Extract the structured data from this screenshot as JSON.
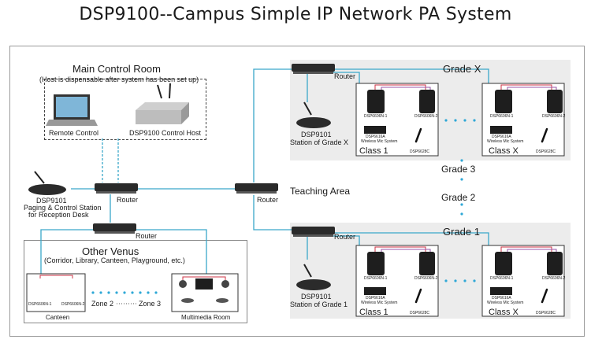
{
  "title": "DSP9100--Campus Simple IP Network PA System",
  "main_control_room": {
    "heading": "Main Control Room",
    "note": "(Host is dispensable after system has been set up)",
    "remote_label": "Remote Control",
    "host_label": "DSP9100 Control Host"
  },
  "reception": {
    "model": "DSP9101",
    "line1": "Paging & Control Station",
    "line2": "for Reception Desk"
  },
  "router_label": "Router",
  "teaching_area": "Teaching Area",
  "other_venus": {
    "heading": "Other Venus",
    "sub": "(Corridor, Library, Canteen, Playground, etc.)",
    "canteen": "Canteen",
    "canteen_spk1": "DSP6606N-1",
    "canteen_spk2": "DSP6606N-2",
    "zone2": "Zone 2",
    "zone3": "Zone 3",
    "multimedia": "Multimedia Room"
  },
  "grade_x": {
    "heading": "Grade X",
    "station_model": "DSP9101",
    "station_label": "Station of Grade X",
    "class1": "Class 1",
    "classx": "Class X"
  },
  "grade_3": "Grade 3",
  "grade_2": "Grade 2",
  "grade_1": {
    "heading": "Grade 1",
    "station_model": "DSP9101",
    "station_label": "Station of Grade 1",
    "class1": "Class 1",
    "classx": "Class X"
  },
  "classroom": {
    "spk1": "DSP6606N-1",
    "spk2": "DSP6606N-2",
    "amp_model": "DSP6616A",
    "amp_label": "Wireless Mic System",
    "mic": "DSP6628C"
  },
  "colors": {
    "network": "#3aa7c9",
    "audio_red": "#cc3344",
    "audio_purple": "#9955aa",
    "dots": "#2fa8d6",
    "panel": "#ececec"
  }
}
